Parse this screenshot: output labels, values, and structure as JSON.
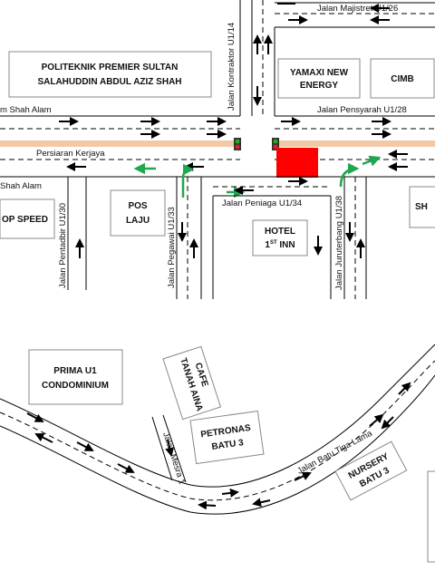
{
  "buildings": {
    "politeknik": [
      "POLITEKNIK PREMIER SULTAN",
      "SALAHUDDIN ABDUL AZIZ SHAH"
    ],
    "yamaxi": [
      "YAMAXI NEW",
      "ENERGY"
    ],
    "cimb": "CIMB",
    "speed": "OP SPEED",
    "pos": [
      "POS",
      "LAJU"
    ],
    "hotel_line1": "HOTEL",
    "hotel_num": "1",
    "hotel_sup": "ST",
    "hotel_inn": " INN",
    "sh": "SH",
    "prima": [
      "PRIMA U1",
      "CONDOMINIUM"
    ],
    "tanah": [
      "TANAH AINA",
      "CAFE"
    ],
    "petronas": [
      "PETRONAS",
      "BATU 3"
    ],
    "nursery": [
      "NURSERY",
      "BATU 3"
    ]
  },
  "streets": {
    "majistret": "Jalan Majistret U1/26",
    "kontraktor": "Jalan Kontraktor U1/14",
    "pensyarah": "Jalan Pensyarah U1/28",
    "shah_alam_top": "m Shah Alam",
    "persiaran": "Persiaran Kerjaya",
    "shah_alam_bottom": "Shah  Alam",
    "pentadbir": "Jalan Pentadbir U1/30",
    "pegawai": "Jalan Pegawai U1/33",
    "peniaga": "Jalan Peniaga U1/34",
    "juruterbang": "Jalan Juruterbang U1/38",
    "mesra": "Jalan Mesra 1",
    "batu_tiga": "Jalan Batu Tiga Lama"
  },
  "colors": {
    "road_stripe": "#f2c9a6",
    "marker": "#ff0000",
    "turn_arrow": "#1fa84f",
    "signal_green": "#22aa22",
    "signal_red": "#dd2222"
  },
  "icons": {
    "traffic_light": "traffic-light-icon",
    "lane_arrow": "lane-arrow-icon",
    "turn_arrow": "turn-arrow-icon"
  }
}
